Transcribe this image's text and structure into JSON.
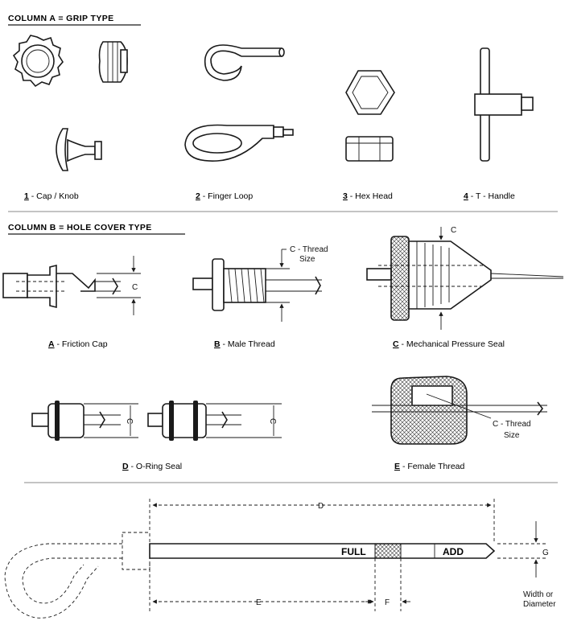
{
  "column_a": {
    "title": "COLUMN A = GRIP TYPE",
    "items": [
      {
        "num": "1",
        "label": "- Cap / Knob"
      },
      {
        "num": "2",
        "label": "- Finger Loop"
      },
      {
        "num": "3",
        "label": "- Hex Head"
      },
      {
        "num": "4",
        "label": "- T - Handle"
      }
    ]
  },
  "column_b": {
    "title": "COLUMN B = HOLE COVER TYPE",
    "items": [
      {
        "num": "A",
        "label": "- Friction Cap"
      },
      {
        "num": "B",
        "label": "- Male Thread"
      },
      {
        "num": "C",
        "label": "- Mechanical Pressure Seal"
      },
      {
        "num": "D",
        "label": "- O-Ring Seal"
      },
      {
        "num": "E",
        "label": "- Female Thread"
      }
    ],
    "dim_c": "C",
    "thread_label_1": "C - Thread",
    "thread_label_2": "Size"
  },
  "dipstick": {
    "dim_d": "D",
    "dim_e": "E",
    "dim_f": "F",
    "dim_g": "G",
    "full_label": "FULL",
    "add_label": "ADD",
    "width_label_1": "Width or",
    "width_label_2": "Diameter"
  }
}
